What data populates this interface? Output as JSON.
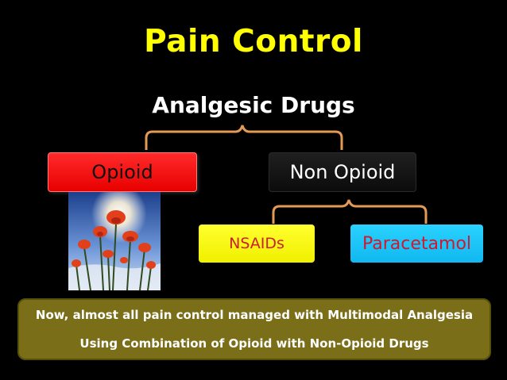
{
  "slide": {
    "title": "Pain Control",
    "subtitle": "Analgesic Drugs"
  },
  "nodes": {
    "opioid": "Opioid",
    "non_opioid": "Non Opioid",
    "nsaids": "NSAIDs",
    "paracetamol": "Paracetamol"
  },
  "banner": {
    "line1": "Now, almost all pain control managed with Multimodal Analgesia",
    "line2": "Using Combination of Opioid with Non-Opioid Drugs"
  },
  "colors": {
    "title": "#ffff00",
    "opioid_box": "#f00000",
    "non_opioid_box": "#141414",
    "nsaids_box": "#ffff00",
    "paracetamol_box": "#1ec8ff",
    "bracket": "#e39a55",
    "banner": "#7a6e18"
  },
  "image": {
    "description_icon": "poppy-flowers-photo"
  }
}
